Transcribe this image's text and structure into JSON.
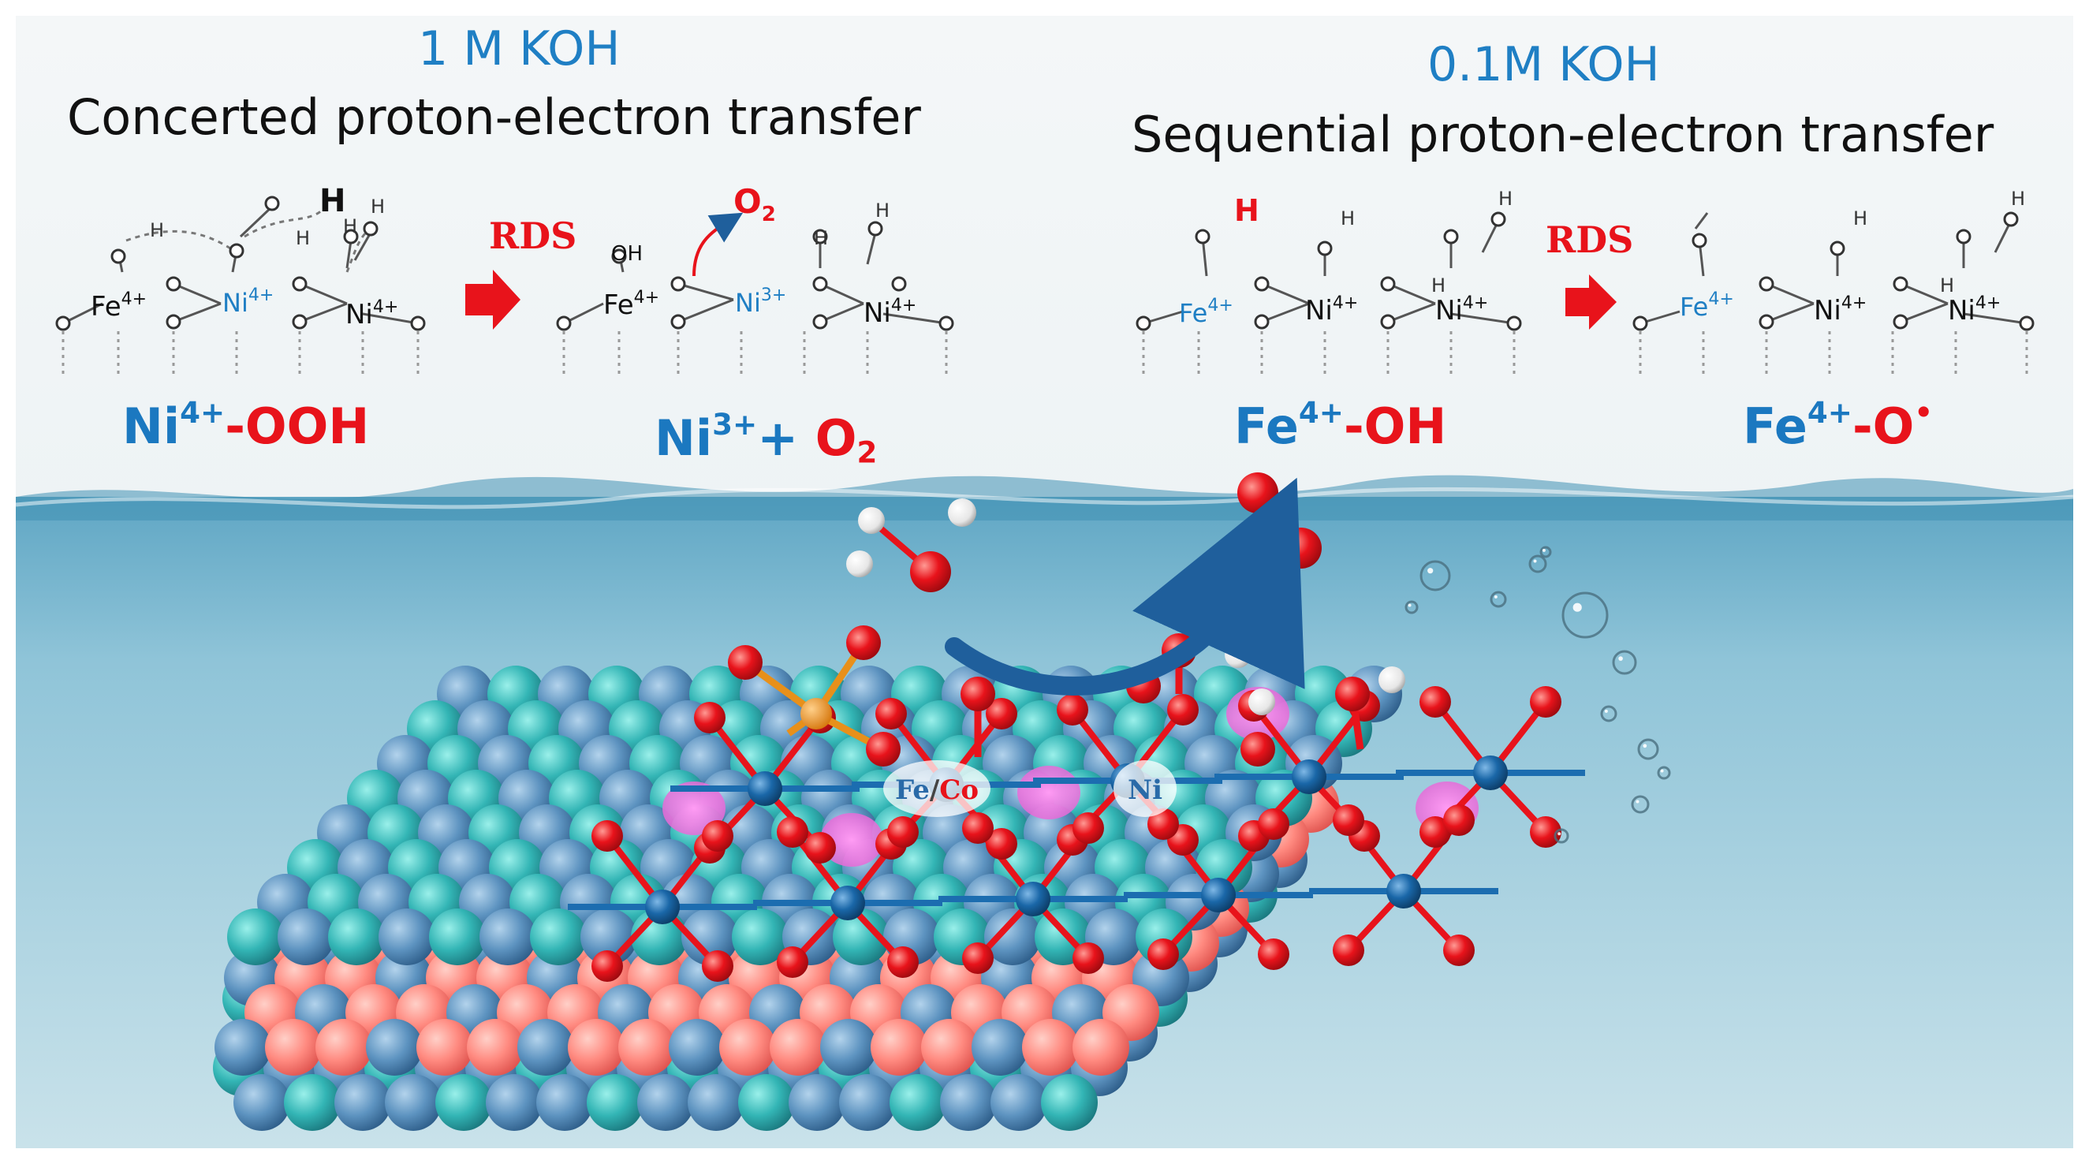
{
  "figure": {
    "panel_left": {
      "condition": "1 M KOH",
      "mechanism": "Concerted  proton-electron transfer",
      "rds_label": "RDS",
      "struct_a": {
        "atoms": [
          "Fe",
          "Ni",
          "Ni"
        ],
        "charges": [
          "4+",
          "4+",
          "4+"
        ],
        "h_bold": "H"
      },
      "struct_b": {
        "atoms": [
          "Fe",
          "Ni",
          "Ni"
        ],
        "charges": [
          "4+",
          "3+",
          "4+"
        ],
        "o2": "O",
        "o2_sub": "2",
        "oh": "OH"
      },
      "state_a": {
        "ion": "Ni",
        "charge": "4+",
        "group": "-OOH"
      },
      "state_b": {
        "ion": "Ni",
        "charge": "3+",
        "plus": "+ ",
        "o": "O",
        "sub": "2"
      }
    },
    "panel_right": {
      "condition": "0.1M   KOH",
      "mechanism": "Sequential  proton-electron transfer",
      "rds_label": "RDS",
      "struct_a": {
        "atoms": [
          "Fe",
          "Ni",
          "Ni"
        ],
        "charges": [
          "4+",
          "4+",
          "4+"
        ],
        "h_red": "H"
      },
      "struct_b": {
        "atoms": [
          "Fe",
          "Ni",
          "Ni"
        ],
        "charges": [
          "4+",
          "4+",
          "4+"
        ]
      },
      "state_a": {
        "ion": "Fe",
        "charge": "4+",
        "group": "-OH"
      },
      "state_b": {
        "ion": "Fe",
        "charge": "4+",
        "group": "-O",
        "radical": "•"
      }
    },
    "catalyst_labels": {
      "fe_co_a": "Fe",
      "slash": "/",
      "fe_co_b": "Co",
      "ni": "Ni"
    },
    "colors": {
      "blue_text": "#1b78c0",
      "red_text": "#e8131b",
      "water": "#8ec6dc",
      "oxygen_atom": "#e8131b",
      "metal_atom": "#1a67a8",
      "slab_blue": "#5d93c0",
      "slab_teal": "#33b5b5",
      "slab_red": "#ff8a80",
      "pink_site": "#f07ee6",
      "phosphorus": "#e8901a"
    }
  }
}
